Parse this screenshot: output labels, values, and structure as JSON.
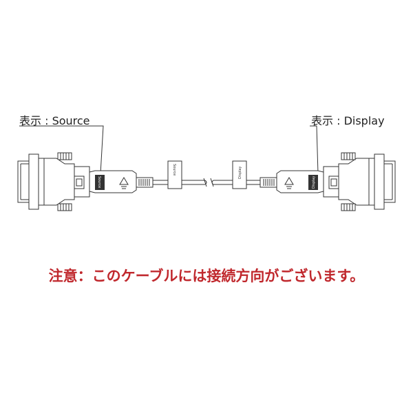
{
  "diagram": {
    "label_left": "表示 : Source",
    "label_right": "表示 : Display",
    "plug_left_text": "Source",
    "plug_right_text": "Display",
    "tag_left_text": "Source",
    "tag_right_text": "Display"
  },
  "caution": {
    "text": "注意：このケーブルには接続方向がございます。"
  },
  "colors": {
    "line": "#333333",
    "caution": "#c0282d"
  }
}
